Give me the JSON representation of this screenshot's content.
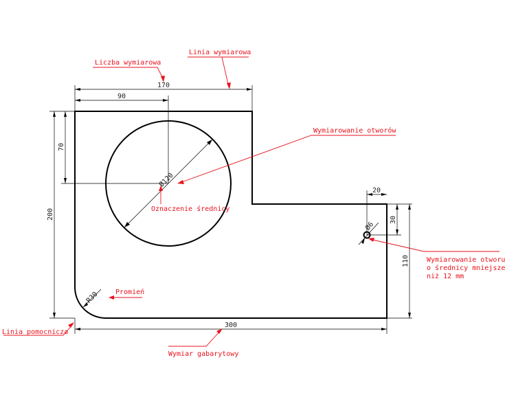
{
  "colors": {
    "outline": "#000000",
    "dimension": "#000000",
    "annotation": "#e8121c"
  },
  "dimensions": {
    "width_170": "170",
    "width_90": "90",
    "height_70": "70",
    "height_200": "200",
    "diameter_120": "Ø120",
    "width_20": "20",
    "height_30": "30",
    "hole_6": "Ø6",
    "height_110": "110",
    "radius_30": "R30",
    "width_300": "300"
  },
  "annotations": {
    "liczba_wymiarowa": "Liczba wymiarowa",
    "linia_wymiarowa": "Linia wymiarowa",
    "wymiarowanie_otworow": "Wymiarowanie otworów",
    "oznaczenie_srednicy": "Oznaczenie średnicy",
    "promien": "Promień",
    "small_hole_line1": "Wymiarowanie otworu",
    "small_hole_line2": "o średnicy mniejszej",
    "small_hole_line3": "niż 12 mm",
    "linia_pomocnicza": "Linia pomocnicza",
    "wymiar_gabarytowy": "Wymiar gabarytowy"
  }
}
